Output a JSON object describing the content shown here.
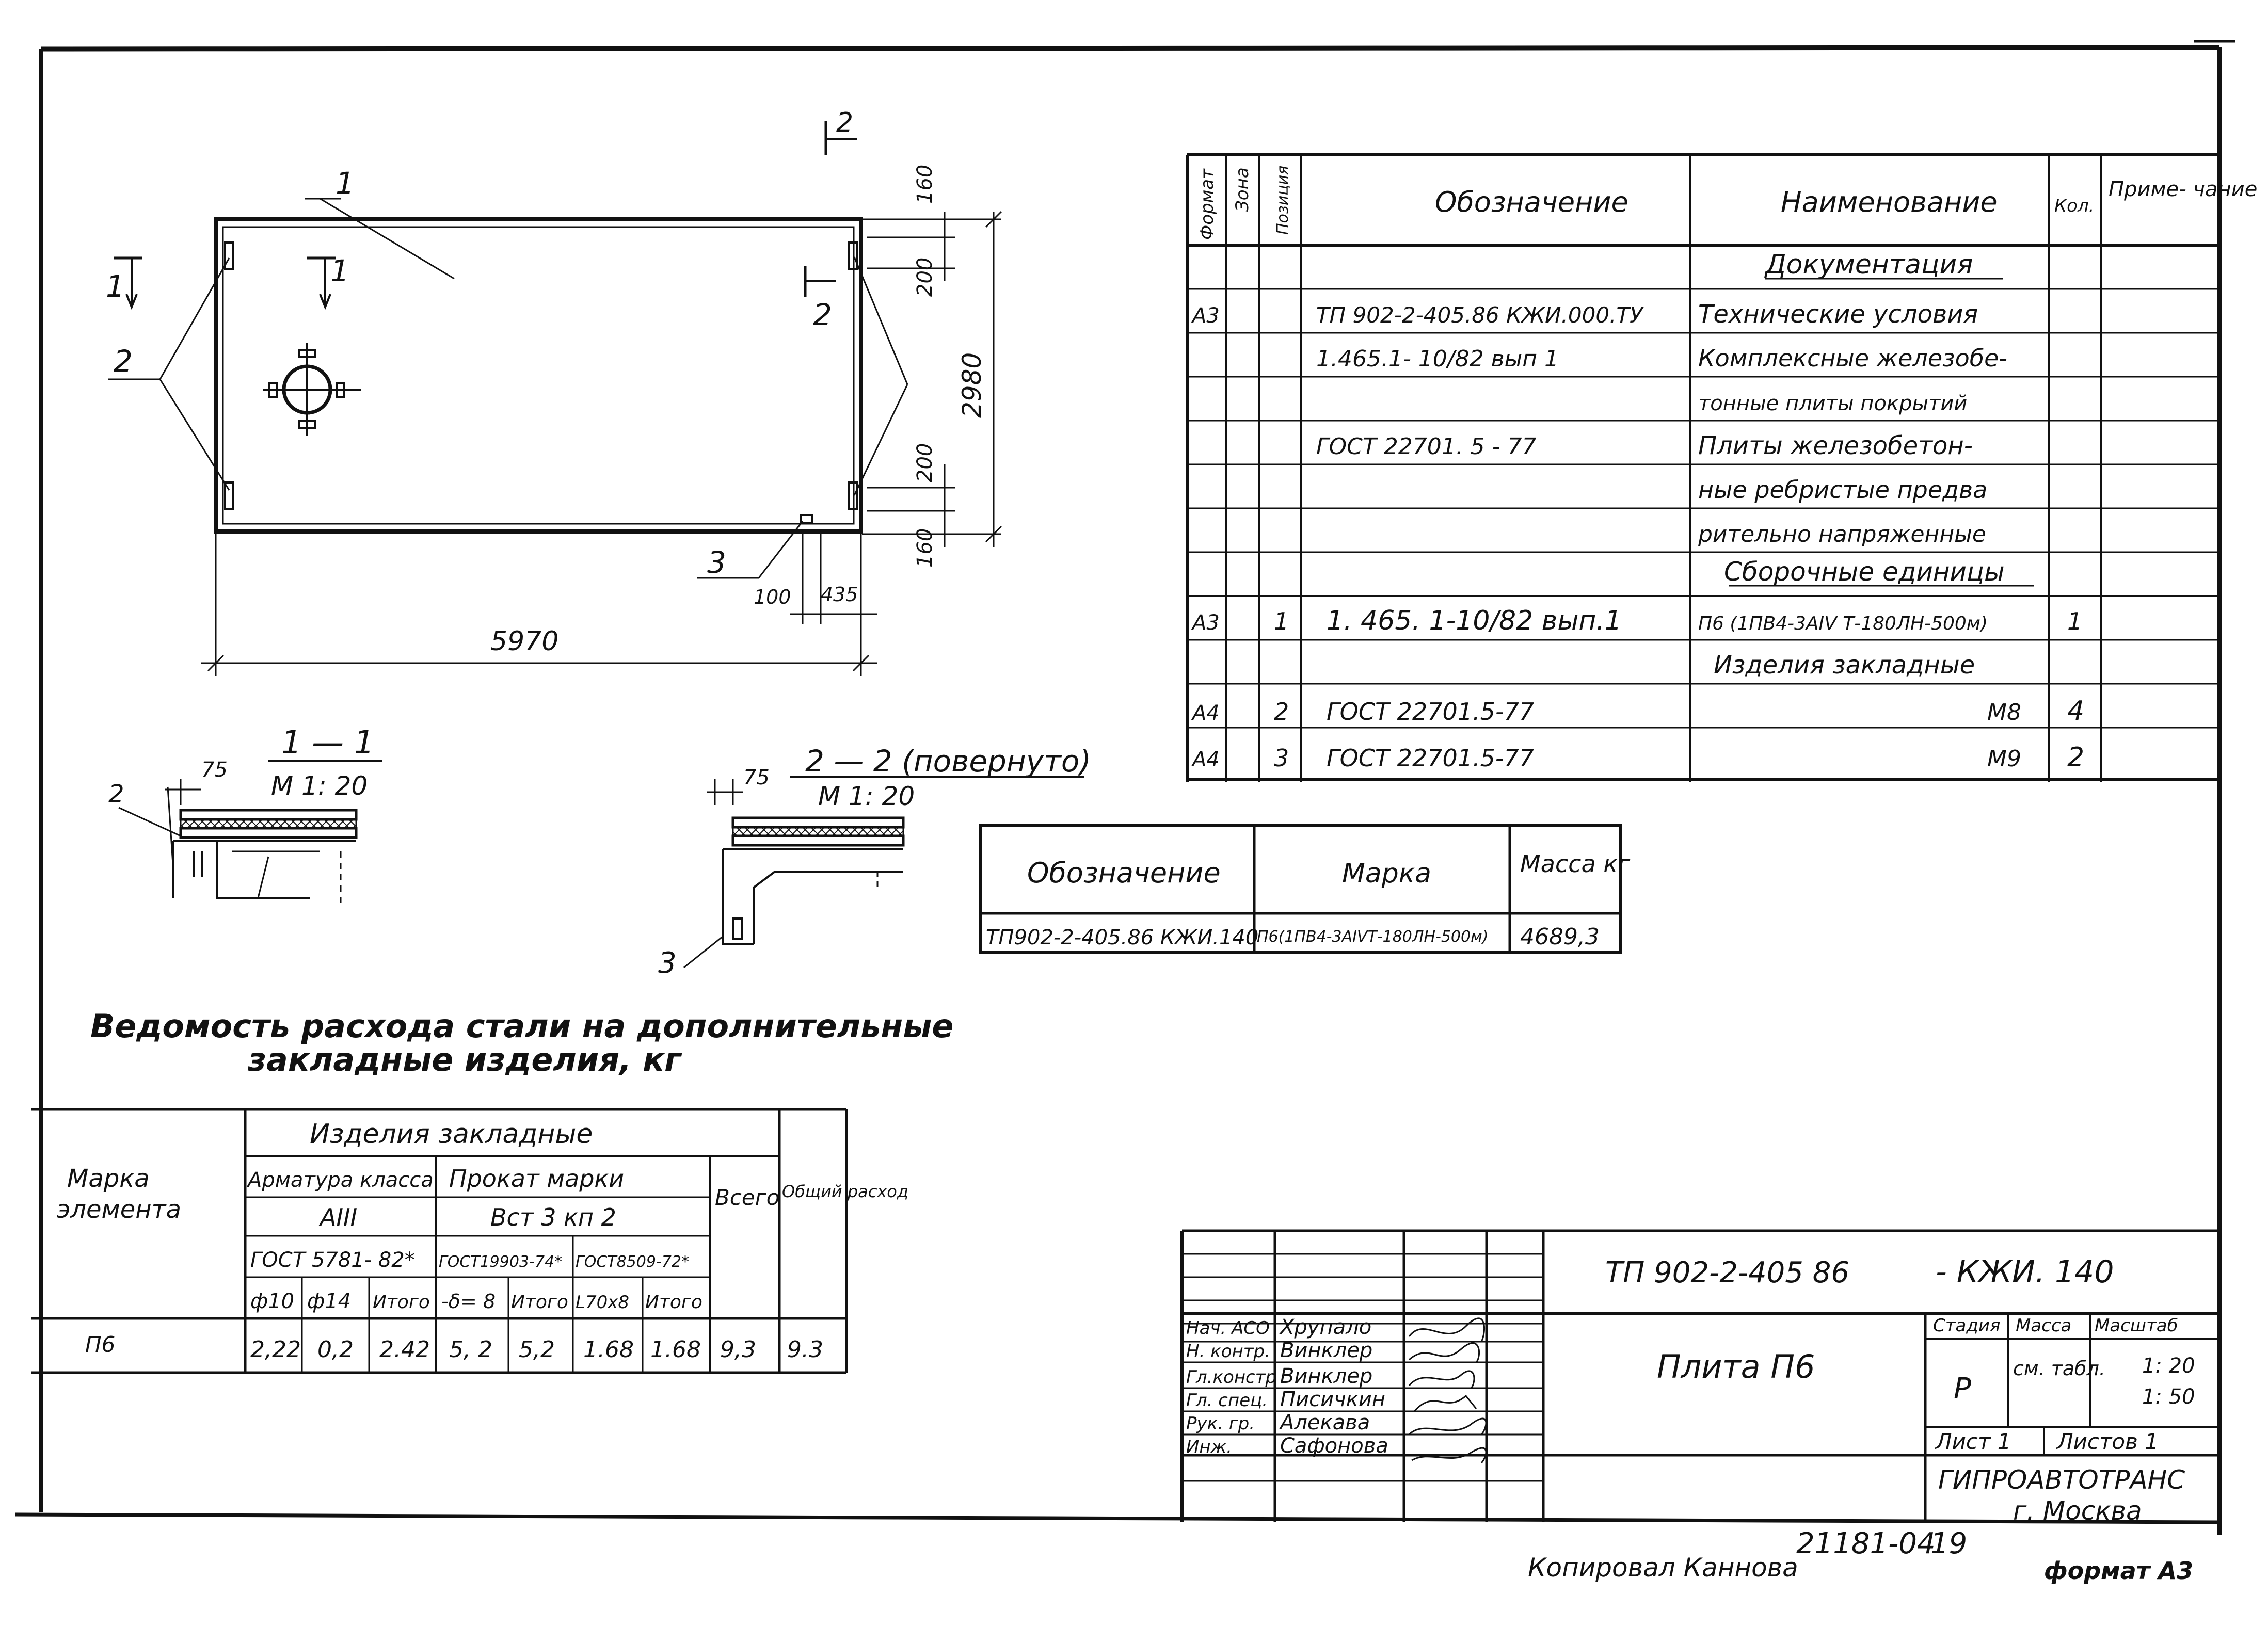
{
  "plan": {
    "callout_1": "1",
    "callout_2": "2",
    "callout_3": "3",
    "section_1_left": "1",
    "section_1_right": "1",
    "section_2_top": "2",
    "section_2_right": "2",
    "dim_160_top": "160",
    "dim_200_top": "200",
    "dim_2980": "2980",
    "dim_200_bottom": "200",
    "dim_160_bottom": "160",
    "dim_100": "100",
    "dim_435": "435",
    "dim_5970": "5970"
  },
  "section_1": {
    "title": "1 — 1",
    "scale": "М 1: 20",
    "dim_75": "75",
    "callout_2": "2"
  },
  "section_2": {
    "title": "2 — 2 (повернуто)",
    "scale": "М 1: 20",
    "dim_75": "75",
    "callout_3": "3"
  },
  "spec_table": {
    "headers": [
      "Формат",
      "Зона",
      "Позиция",
      "Обозначение",
      "Наименование",
      "Кол.",
      "Приме- чание"
    ],
    "rows": [
      {
        "format": "",
        "zone": "",
        "pos": "",
        "designation": "",
        "name": "Документация",
        "qty": "",
        "note": ""
      },
      {
        "format": "А3",
        "zone": "",
        "pos": "",
        "designation": "ТП 902-2-405.86   КЖИ.000.ТУ",
        "name": "Технические условия",
        "qty": "",
        "note": ""
      },
      {
        "format": "",
        "zone": "",
        "pos": "",
        "designation": "1.465.1- 10/82   вып 1",
        "name": "Комплексные железобе-",
        "qty": "",
        "note": ""
      },
      {
        "format": "",
        "zone": "",
        "pos": "",
        "designation": "",
        "name": "тонные плиты покрытий",
        "qty": "",
        "note": ""
      },
      {
        "format": "",
        "zone": "",
        "pos": "",
        "designation": "ГОСТ 22701. 5 - 77",
        "name": "Плиты железобетон-",
        "qty": "",
        "note": ""
      },
      {
        "format": "",
        "zone": "",
        "pos": "",
        "designation": "",
        "name": "ные ребристые предва",
        "qty": "",
        "note": ""
      },
      {
        "format": "",
        "zone": "",
        "pos": "",
        "designation": "",
        "name": "рительно напряженные",
        "qty": "",
        "note": ""
      },
      {
        "format": "",
        "zone": "",
        "pos": "",
        "designation": "",
        "name": "Сборочные единицы",
        "qty": "",
        "note": ""
      },
      {
        "format": "А3",
        "zone": "",
        "pos": "1",
        "designation": "1. 465. 1-10/82  вып.1",
        "name": "П6 (1ПВ4-3АIV Т-180ЛН-500м)",
        "qty": "1",
        "note": ""
      },
      {
        "format": "",
        "zone": "",
        "pos": "",
        "designation": "",
        "name": "Изделия   закладные",
        "qty": "",
        "note": ""
      },
      {
        "format": "А4",
        "zone": "",
        "pos": "2",
        "designation": "ГОСТ   22701.5-77",
        "name": "М8",
        "qty": "4",
        "note": ""
      },
      {
        "format": "А4",
        "zone": "",
        "pos": "3",
        "designation": "ГОСТ   22701.5-77",
        "name": "М9",
        "qty": "2",
        "note": ""
      }
    ]
  },
  "mass_table": {
    "headers": [
      "Обозначение",
      "Марка",
      "Масса кг"
    ],
    "row": {
      "designation": "ТП902-2-405.86 КЖИ.140",
      "mark": "П6(1ПВ4-3АIVТ-180ЛН-500м)",
      "mass": "4689,3"
    }
  },
  "steel_title": {
    "line1": "Ведомость расхода стали на дополнительные",
    "line2": "закладные изделия, кг"
  },
  "steel_table": {
    "h_mark": "Марка элемента",
    "h_items": "Изделия закладные",
    "h_rebar": "Арматура класса",
    "h_rebar_class": "АIII",
    "h_rebar_gost": "ГОСТ 5781- 82*",
    "h_rolled": "Прокат марки",
    "h_rolled_grade": "Вст 3 кп 2",
    "h_gost_a": "ГОСТ19903-74*",
    "h_gost_b": "ГОСТ8509-72*",
    "h_total": "Всего",
    "h_overall": "Общий расход",
    "sub": [
      "ф10",
      "ф14",
      "Итого",
      "-δ= 8",
      "Итого",
      "L70x8",
      "Итого"
    ],
    "row": {
      "mark": "П6",
      "values": [
        "2,22",
        "0,2",
        "2.42",
        "5, 2",
        "5,2",
        "1.68",
        "1.68",
        "9,3",
        "9.3"
      ]
    }
  },
  "title_block": {
    "code": "ТП  902-2-405 86",
    "code_suffix": "- КЖИ. 140",
    "name": "Плита П6",
    "stage_h": "Стадия",
    "mass_h": "Масса",
    "scale_h": "Масштаб",
    "stage": "Р",
    "mass_val": "см. табл.",
    "scale1": "1: 20",
    "scale2": "1: 50",
    "sheet": "Лист 1",
    "sheets": "Листов 1",
    "org": "ГИПРОАВТОТРАНС",
    "city": "г. Москва",
    "roles": [
      "Нач. АСО",
      "Н. контр.",
      "Гл.констр",
      "Гл. спец.",
      "Рук. гр.",
      "Инж."
    ],
    "names": [
      "Хрупало",
      "Винклер",
      "Винклер",
      "Писичкин",
      "Алекава",
      "Сафонова"
    ]
  },
  "footer": {
    "copied": "Копировал  Каннова",
    "number": "21181-04",
    "page": "19",
    "format": "формат А3"
  }
}
